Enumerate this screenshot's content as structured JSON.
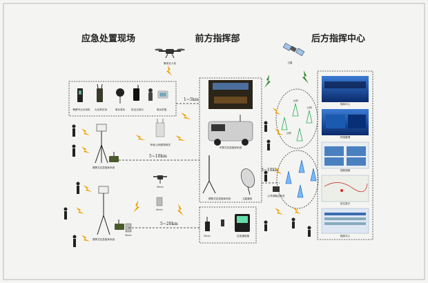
{
  "sections": {
    "scene": "应急处置现场",
    "forward": "前方指挥部",
    "rear": "后方指挥中心"
  },
  "labels": {
    "drone": "警用无人机",
    "dev1": "警察专业手持机",
    "dev2": "大功率手持",
    "dev3": "单兵背负",
    "dev4": "执法记录仪",
    "dev5": "单兵终端",
    "portable": "便携式应急指挥系统",
    "mesh_gw": "专网/公网宽带网关",
    "mesh": "Mesh",
    "vehicle": "车载式应急指挥系统",
    "fwd_portable": "便携式应急指挥系统",
    "satcom": "卫星通信",
    "emerg_case": "应急通信箱",
    "satellite": "卫星",
    "public": "公网",
    "gateway": "公专网融合网关",
    "scr1": "指挥中心",
    "scr2": "终端管理",
    "scr3": "视频调度",
    "scr4": "定位显示",
    "scr5": "指挥中心"
  },
  "distances": {
    "d1": "1~5km",
    "d2": "5~10km",
    "d3": "5~20km",
    "d4": "3~10km"
  },
  "colors": {
    "wireless": "#f0a000",
    "satellite_link": "#2a8a2a",
    "frame": "#b8b8b8"
  }
}
